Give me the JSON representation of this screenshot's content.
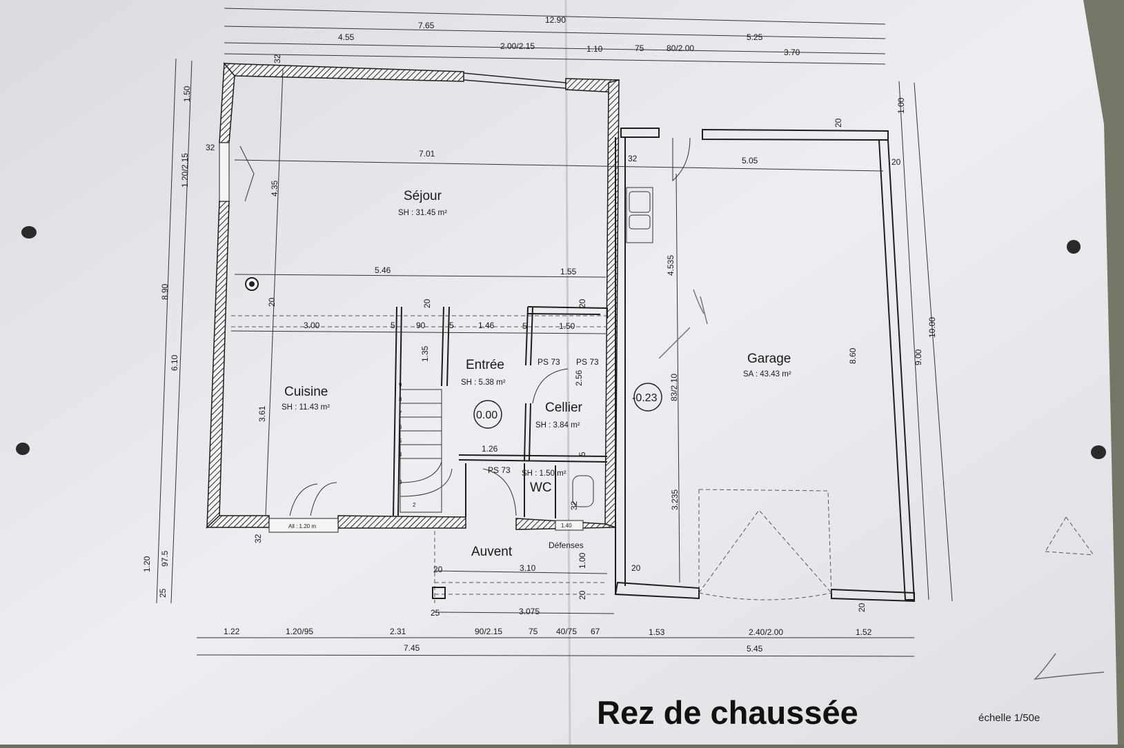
{
  "plan": {
    "title": "Rez de chaussée",
    "scale": "échelle 1/50e",
    "rooms": [
      {
        "name": "Séjour",
        "area": "SH : 31.45 m²"
      },
      {
        "name": "Cuisine",
        "area": "SH : 11.43 m²"
      },
      {
        "name": "Entrée",
        "area": "SH : 5.38 m²"
      },
      {
        "name": "Cellier",
        "area": "SH : 3.84 m²"
      },
      {
        "name": "WC",
        "area": "SH : 1.50 m²"
      },
      {
        "name": "Garage",
        "area": "SA : 43.43 m²"
      },
      {
        "name": "Auvent",
        "area": ""
      }
    ],
    "levels": {
      "main": "0.00",
      "garage": "-0.23"
    },
    "labels": {
      "ps_left": "PS 73",
      "ps_right": "PS 73",
      "ps_wc": "PS 73",
      "defenses": "Défenses",
      "window_tag": "All : 1.20 m",
      "window_tag2": "1.40"
    },
    "dims_top": {
      "total": "12.90",
      "d765": "7.65",
      "d525": "5.25",
      "row3": [
        "4.55",
        "2.00/2.15",
        "1.10",
        "75",
        "80/2.00",
        "3.70"
      ]
    },
    "dims_bottom": {
      "row1": [
        "1.22",
        "1.20/95",
        "2.31",
        "90/2.15",
        "75",
        "40/75",
        "67",
        "1.53",
        "2.40/2.00",
        "1.52"
      ],
      "row2": [
        "7.45",
        "5.45"
      ]
    },
    "dims_left": [
      "1.50",
      "1.20/2.15",
      "8.90",
      "6.10",
      "1.20",
      "97.5",
      "25"
    ],
    "dims_right": [
      "1.00",
      "9.00",
      "10.00",
      "8.60"
    ],
    "dims_interior": {
      "d701": "7.01",
      "d505": "5.05",
      "d546": "5.46",
      "d155": "1.55",
      "d300": "3.00",
      "d90": "90",
      "d146": "1.46",
      "d150": "1.50",
      "d135": "1.35",
      "d256": "2.56",
      "d126": "1.26",
      "d361": "3.61",
      "d435": "4.35",
      "d4535": "4.535",
      "d3235": "3.235",
      "d83": "83/2.10",
      "d310": "3.10",
      "d3075": "3.075",
      "d100": "1.00",
      "n32": "32",
      "n20": "20",
      "n5": "5",
      "n25": "25"
    },
    "stairs": [
      "9",
      "8",
      "7",
      "6",
      "5",
      "4",
      "3",
      "2"
    ]
  }
}
